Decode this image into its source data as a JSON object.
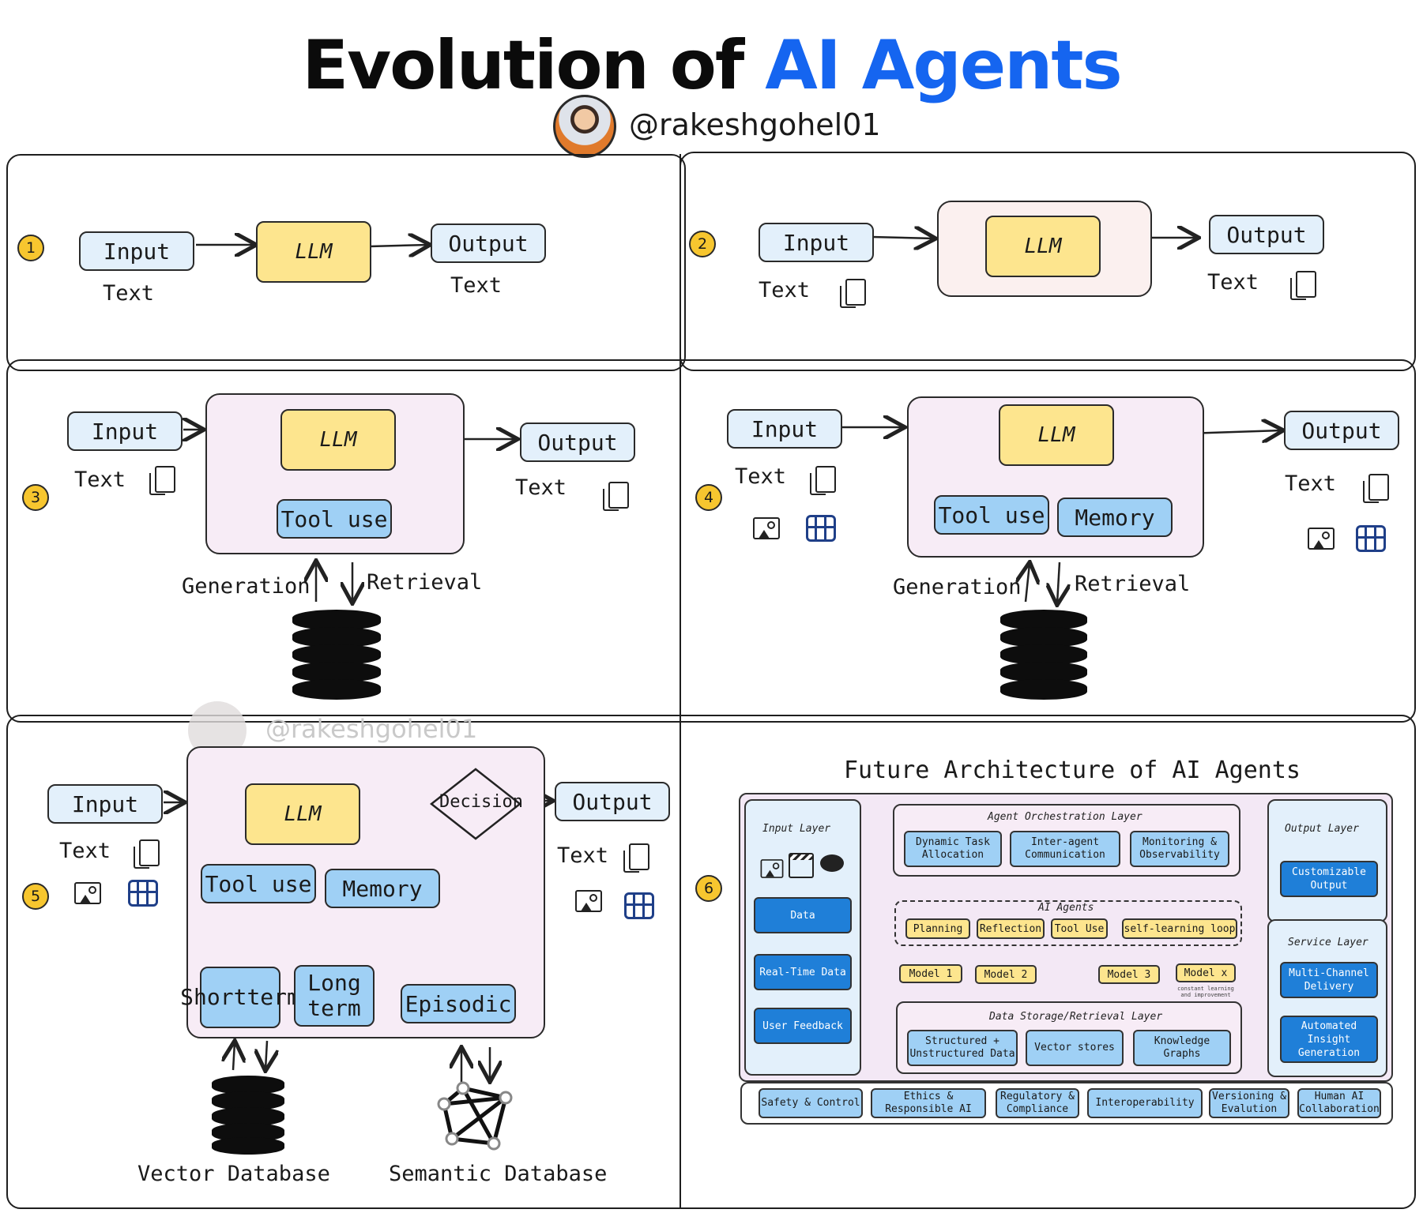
{
  "header": {
    "title_part1": "Evolution of ",
    "title_part2": "AI Agents",
    "handle": "@rakeshgohel01",
    "watermark": "@rakeshgohel01"
  },
  "panel1": {
    "number": "1",
    "input": "Input",
    "llm": "LLM",
    "output": "Output",
    "input_caption": "Text",
    "output_caption": "Text"
  },
  "panel2": {
    "number": "2",
    "input": "Input",
    "llm": "LLM",
    "output": "Output",
    "input_caption": "Text",
    "output_caption": "Text"
  },
  "panel3": {
    "number": "3",
    "input": "Input",
    "llm": "LLM",
    "tool": "Tool use",
    "output": "Output",
    "input_caption": "Text",
    "output_caption": "Text",
    "generation": "Generation",
    "retrieval": "Retrieval"
  },
  "panel4": {
    "number": "4",
    "input": "Input",
    "llm": "LLM",
    "tool": "Tool use",
    "memory": "Memory",
    "output": "Output",
    "input_caption": "Text",
    "output_caption": "Text",
    "generation": "Generation",
    "retrieval": "Retrieval"
  },
  "panel5": {
    "number": "5",
    "input": "Input",
    "llm": "LLM",
    "decision": "Decision",
    "tool": "Tool use",
    "memory": "Memory",
    "short_term_1": "Short",
    "short_term_2": "term",
    "long_term_1": "Long",
    "long_term_2": "term",
    "episodic": "Episodic",
    "output": "Output",
    "input_caption": "Text",
    "output_caption": "Text",
    "vector_db": "Vector Database",
    "semantic_db": "Semantic Database"
  },
  "panel6": {
    "number": "6",
    "title": "Future Architecture of AI Agents",
    "input_layer": {
      "label": "Input Layer",
      "items": [
        "Data",
        "Real-Time Data",
        "User Feedback"
      ]
    },
    "orchestration": {
      "label": "Agent Orchestration Layer",
      "items": [
        "Dynamic Task Allocation",
        "Inter-agent Communication",
        "Monitoring & Observability"
      ]
    },
    "agents": {
      "label": "AI Agents",
      "items": [
        "Planning",
        "Reflection",
        "Tool Use",
        "self-learning loop"
      ]
    },
    "models": [
      "Model 1",
      "Model 2",
      "Model 3",
      "Model x"
    ],
    "model_note": "constant learning and improvement",
    "storage": {
      "label": "Data Storage/Retrieval Layer",
      "items": [
        "Structured + Unstructured Data",
        "Vector stores",
        "Knowledge Graphs"
      ]
    },
    "output_layer": {
      "label": "Output Layer",
      "items": [
        "Customizable Output"
      ]
    },
    "service_layer": {
      "label": "Service Layer",
      "items": [
        "Multi-Channel Delivery",
        "Automated Insight Generation"
      ]
    },
    "footer": [
      "Safety & Control",
      "Ethics & Responsible AI",
      "Regulatory & Compliance",
      "Interoperability",
      "Versioning & Evalution",
      "Human AI Collaboration"
    ]
  },
  "colors": {
    "accent_blue": "#1565f0",
    "llm_yellow": "#fde58e",
    "io_blue": "#e3f0fb",
    "module_blue": "#9fd0f5",
    "container_pink": "#f7ecf6",
    "badge_yellow": "#f7c62f",
    "layer_blue": "#1f7fd8"
  }
}
